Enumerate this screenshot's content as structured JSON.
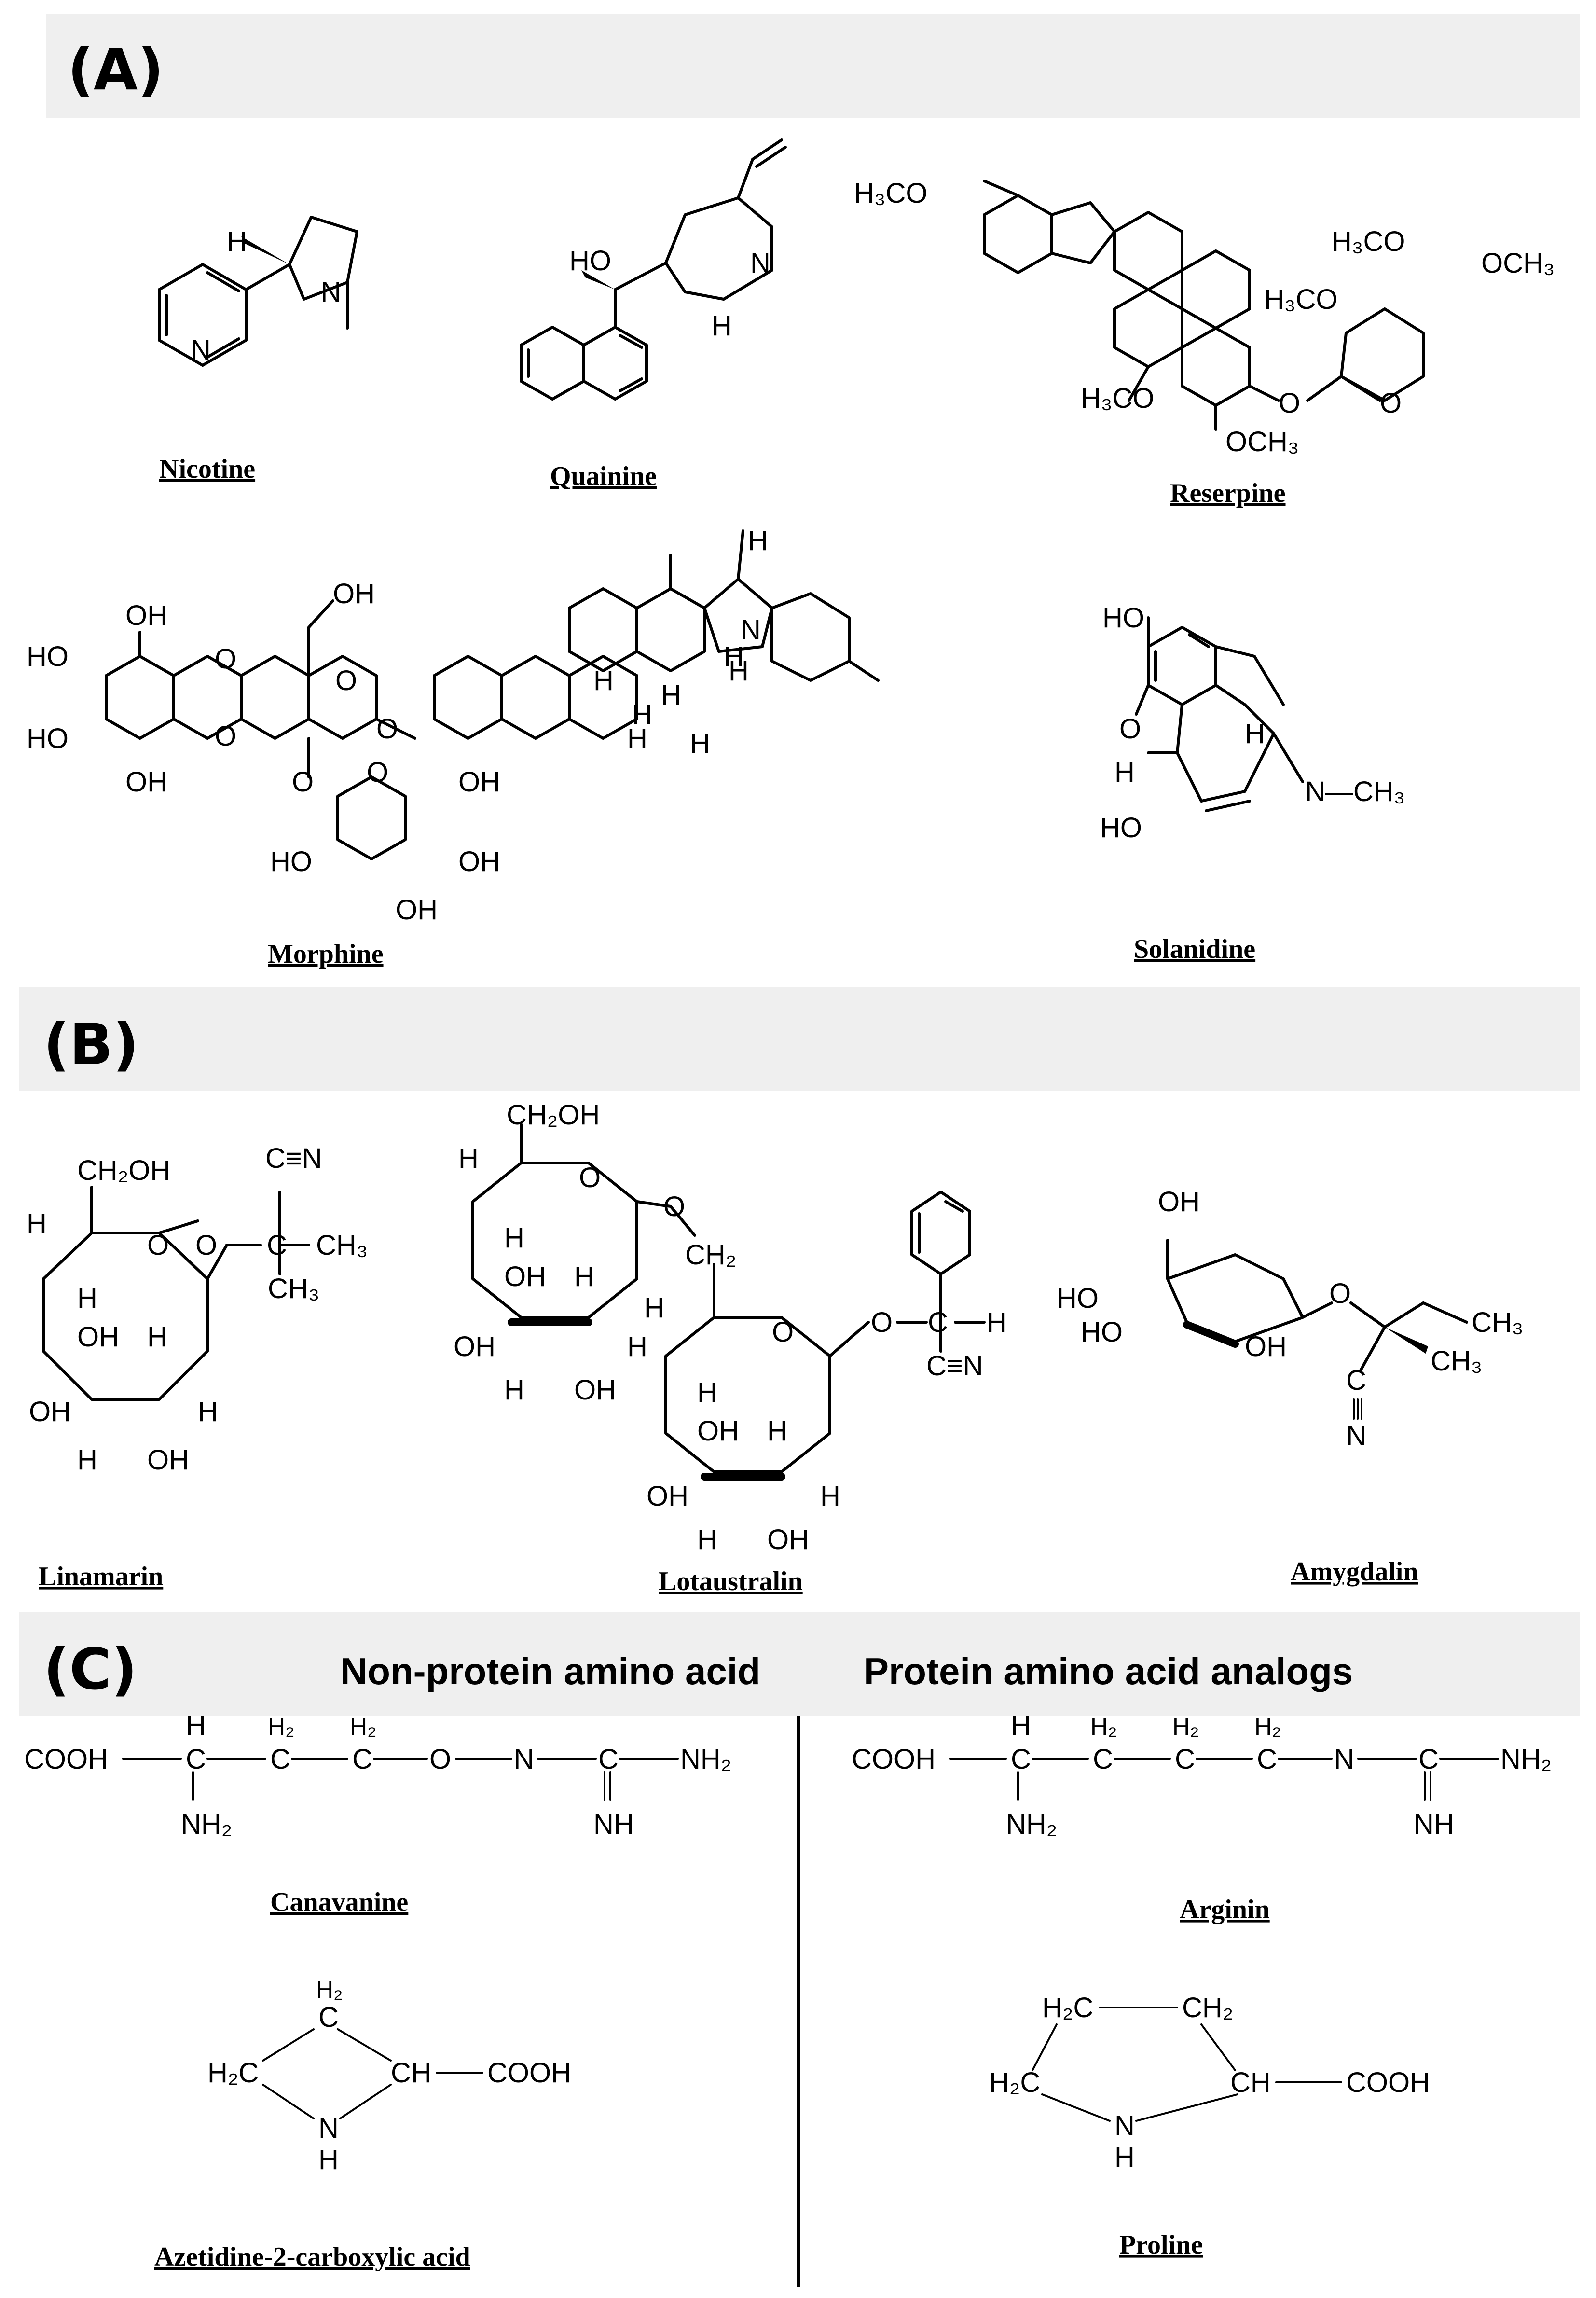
{
  "panels": {
    "A": {
      "label": "(A)"
    },
    "B": {
      "label": "(B)"
    },
    "C": {
      "label": "(C)",
      "left_title": "Non-protein amino acid",
      "right_title": "Protein amino acid analogs"
    }
  },
  "compounds": {
    "nicotine": "Nicotine",
    "quainine": "Quainine",
    "reserpine": "Reserpine",
    "morphine": "Morphine",
    "solanidine": "Solanidine",
    "linamarin": "Linamarin",
    "lotaustralin": "Lotaustralin",
    "amygdalin": "Amygdalin",
    "canavanine": "Canavanine",
    "arginin": "Arginin",
    "azetidine": "Azetidine-2-carboxylic acid",
    "proline": "Proline"
  },
  "atoms": {
    "H": "H",
    "N": "N",
    "O": "O",
    "OH": "OH",
    "HO": "HO",
    "H3CO": "H₃CO",
    "OCH3": "OCH₃",
    "CH3": "CH₃",
    "CH2OH": "CH₂OH",
    "CH2": "CH₂",
    "CN": "C≡N",
    "C": "C",
    "COOH": "COOH",
    "NH2": "NH₂",
    "NH": "NH",
    "H2": "H₂",
    "H2C": "H₂C",
    "CH": "CH",
    "NCH3": "N—CH₃"
  }
}
